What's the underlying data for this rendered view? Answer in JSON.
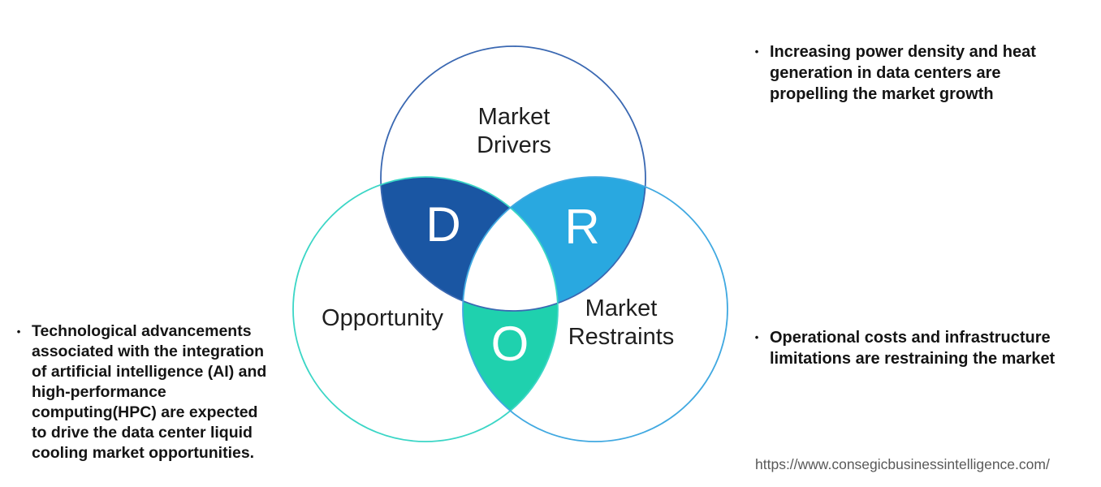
{
  "venn": {
    "drivers": {
      "label_line1": "Market",
      "label_line2": "Drivers",
      "letter": "D"
    },
    "opportunity": {
      "label": "Opportunity",
      "letter": "O"
    },
    "restraints": {
      "label_line1": "Market",
      "label_line2": "Restraints",
      "letter": "R"
    },
    "colors": {
      "drivers_stroke": "#3a68b2",
      "opportunity_stroke": "#3bd6c6",
      "restraints_stroke": "#41a9e1",
      "drivers_overlap": "#1a56a3",
      "restraints_overlap": "#29a8e0",
      "opportunity_overlap": "#1fd1ae"
    }
  },
  "bullets": {
    "marker": "•",
    "driver": "Increasing power density and heat\ngeneration in data centers are\npropelling the market growth",
    "restraint": "Operational costs and infrastructure\nlimitations are restraining the market",
    "opportunity": "Technological advancements\nassociated with the integration\nof artificial intelligence (AI) and\nhigh-performance\ncomputing(HPC) are expected\nto drive the data center liquid\ncooling market opportunities."
  },
  "footer": {
    "url": "https://www.consegicbusinessintelligence.com/"
  }
}
